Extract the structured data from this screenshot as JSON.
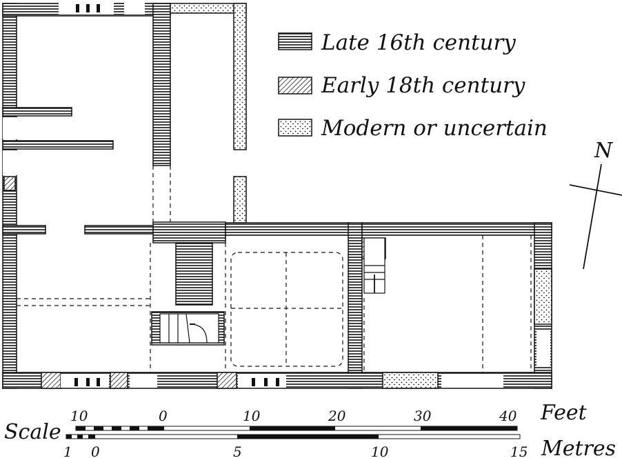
{
  "legend": {
    "items": [
      {
        "label": "Late 16th century",
        "pattern": "horizontal-hatch"
      },
      {
        "label": "Early 18th century",
        "pattern": "diagonal-hatch"
      },
      {
        "label": "Modern or uncertain",
        "pattern": "stipple"
      }
    ]
  },
  "north": {
    "label": "N"
  },
  "scale": {
    "label": "Scale",
    "feet": {
      "unit": "Feet",
      "ticks": [
        "10",
        "0",
        "10",
        "20",
        "30",
        "40"
      ]
    },
    "metres": {
      "unit": "Metres",
      "ticks": [
        "1",
        "0",
        "5",
        "10",
        "15"
      ]
    }
  },
  "colors": {
    "ink": "#111111",
    "paper": "#ffffff"
  }
}
